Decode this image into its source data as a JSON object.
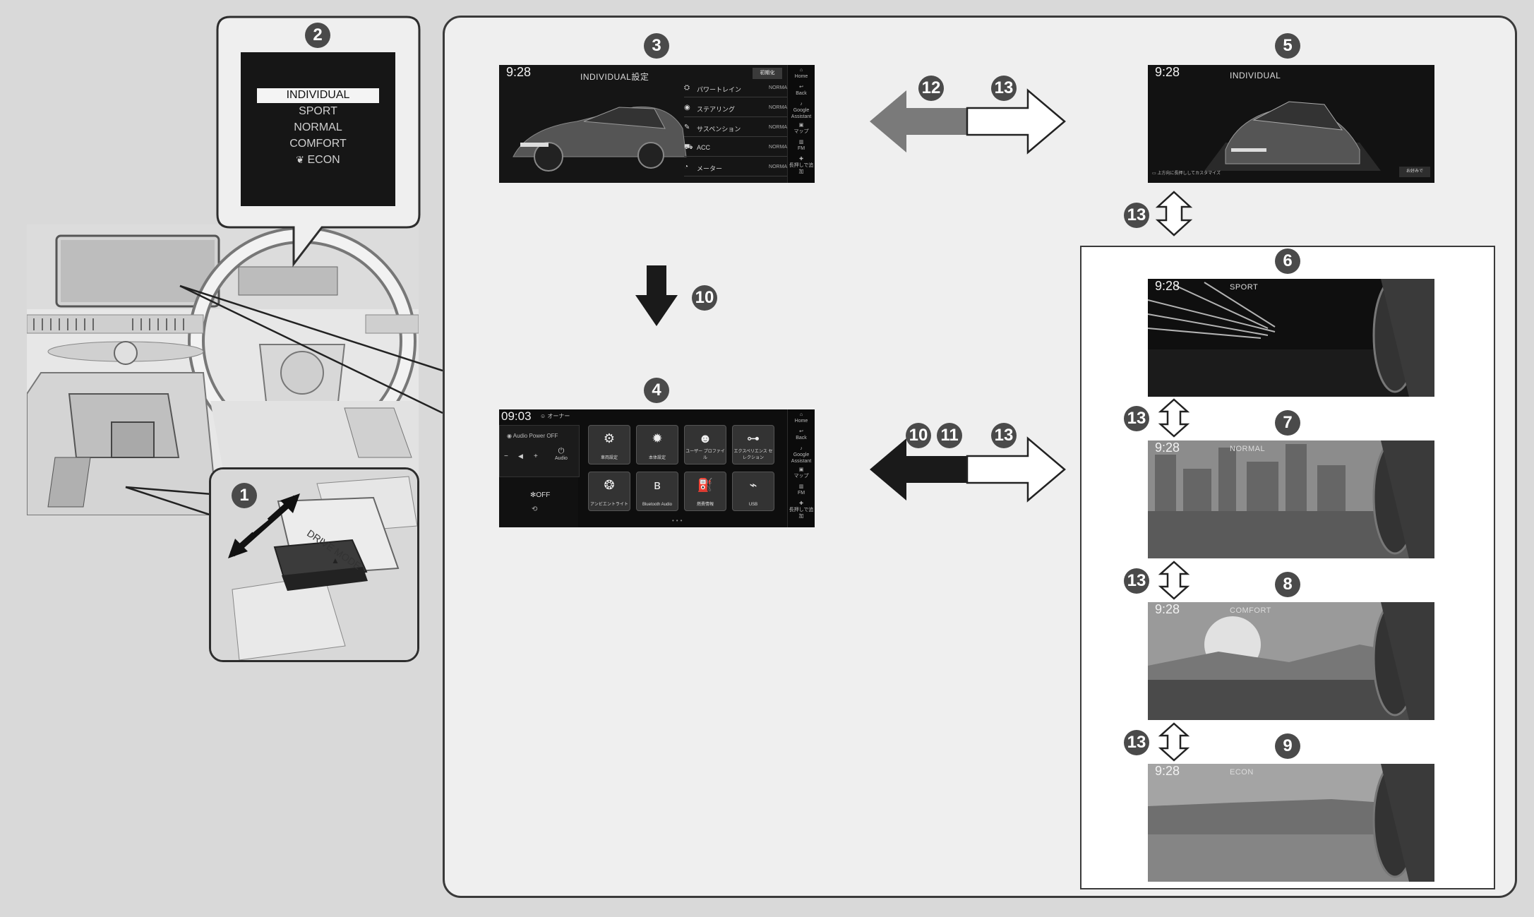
{
  "mode_menu": {
    "items": [
      "INDIVIDUAL",
      "SPORT",
      "NORMAL",
      "COMFORT",
      "ECON"
    ],
    "selected": "INDIVIDUAL",
    "econ_icon": "leaf-icon"
  },
  "switch": {
    "label": "DRIVE MODE",
    "arrow": "▲"
  },
  "callouts": [
    "1",
    "2",
    "3",
    "4",
    "5",
    "6",
    "7",
    "8",
    "9",
    "10",
    "11",
    "12",
    "13"
  ],
  "screen3": {
    "time": "9:28",
    "title": "INDIVIDUAL設定",
    "reset_button": "初期化",
    "rows": [
      {
        "icon": "powertrain-icon",
        "label": "パワートレイン",
        "value": "NORMAL"
      },
      {
        "icon": "steering-icon",
        "label": "ステアリング",
        "value": "NORMAL"
      },
      {
        "icon": "suspension-icon",
        "label": "サスペンション",
        "value": "NORMAL"
      },
      {
        "icon": "acc-icon",
        "label": "ACC",
        "value": "NORMAL"
      },
      {
        "icon": "meter-icon",
        "label": "メーター",
        "value": "NORMAL"
      }
    ]
  },
  "sidebar": {
    "items": [
      "Home",
      "Back",
      "Google Assistant",
      "マップ",
      "FM",
      "長押しで追加"
    ]
  },
  "screen4": {
    "time": "09:03",
    "user": "オーナー",
    "audio_status": "Audio Power OFF",
    "audio_label": "Audio",
    "minus": "−",
    "plus": "+",
    "fan": "OFF",
    "tiles": [
      {
        "icon": "vehicle-settings-icon",
        "label": "車両設定"
      },
      {
        "icon": "gear-icon",
        "label": "本体設定"
      },
      {
        "icon": "user-profile-icon",
        "label": "ユーザー プロファイル"
      },
      {
        "icon": "experience-selection-icon",
        "label": "エクスペリエンス セレクション"
      },
      {
        "icon": "ambient-light-icon",
        "label": "アンビエントライト"
      },
      {
        "icon": "bluetooth-icon",
        "label": "Bluetooth Audio"
      },
      {
        "icon": "fuel-icon",
        "label": "燃費情報"
      },
      {
        "icon": "usb-icon",
        "label": "USB"
      }
    ]
  },
  "screen5": {
    "time": "9:28",
    "title": "INDIVIDUAL",
    "hint": "上方向に長押ししてカスタマイズ",
    "button": "お好みで"
  },
  "mode_screens": [
    {
      "time": "9:28",
      "title": "SPORT"
    },
    {
      "time": "9:28",
      "title": "NORMAL"
    },
    {
      "time": "9:28",
      "title": "COMFORT"
    },
    {
      "time": "9:28",
      "title": "ECON"
    }
  ],
  "colors": {
    "background": "#d9d9d9",
    "panel": "#efefef",
    "badge": "#4a4a4a",
    "screen": "#141414",
    "arrow_dark": "#1a1a1a",
    "arrow_grey": "#7a7a7a"
  }
}
